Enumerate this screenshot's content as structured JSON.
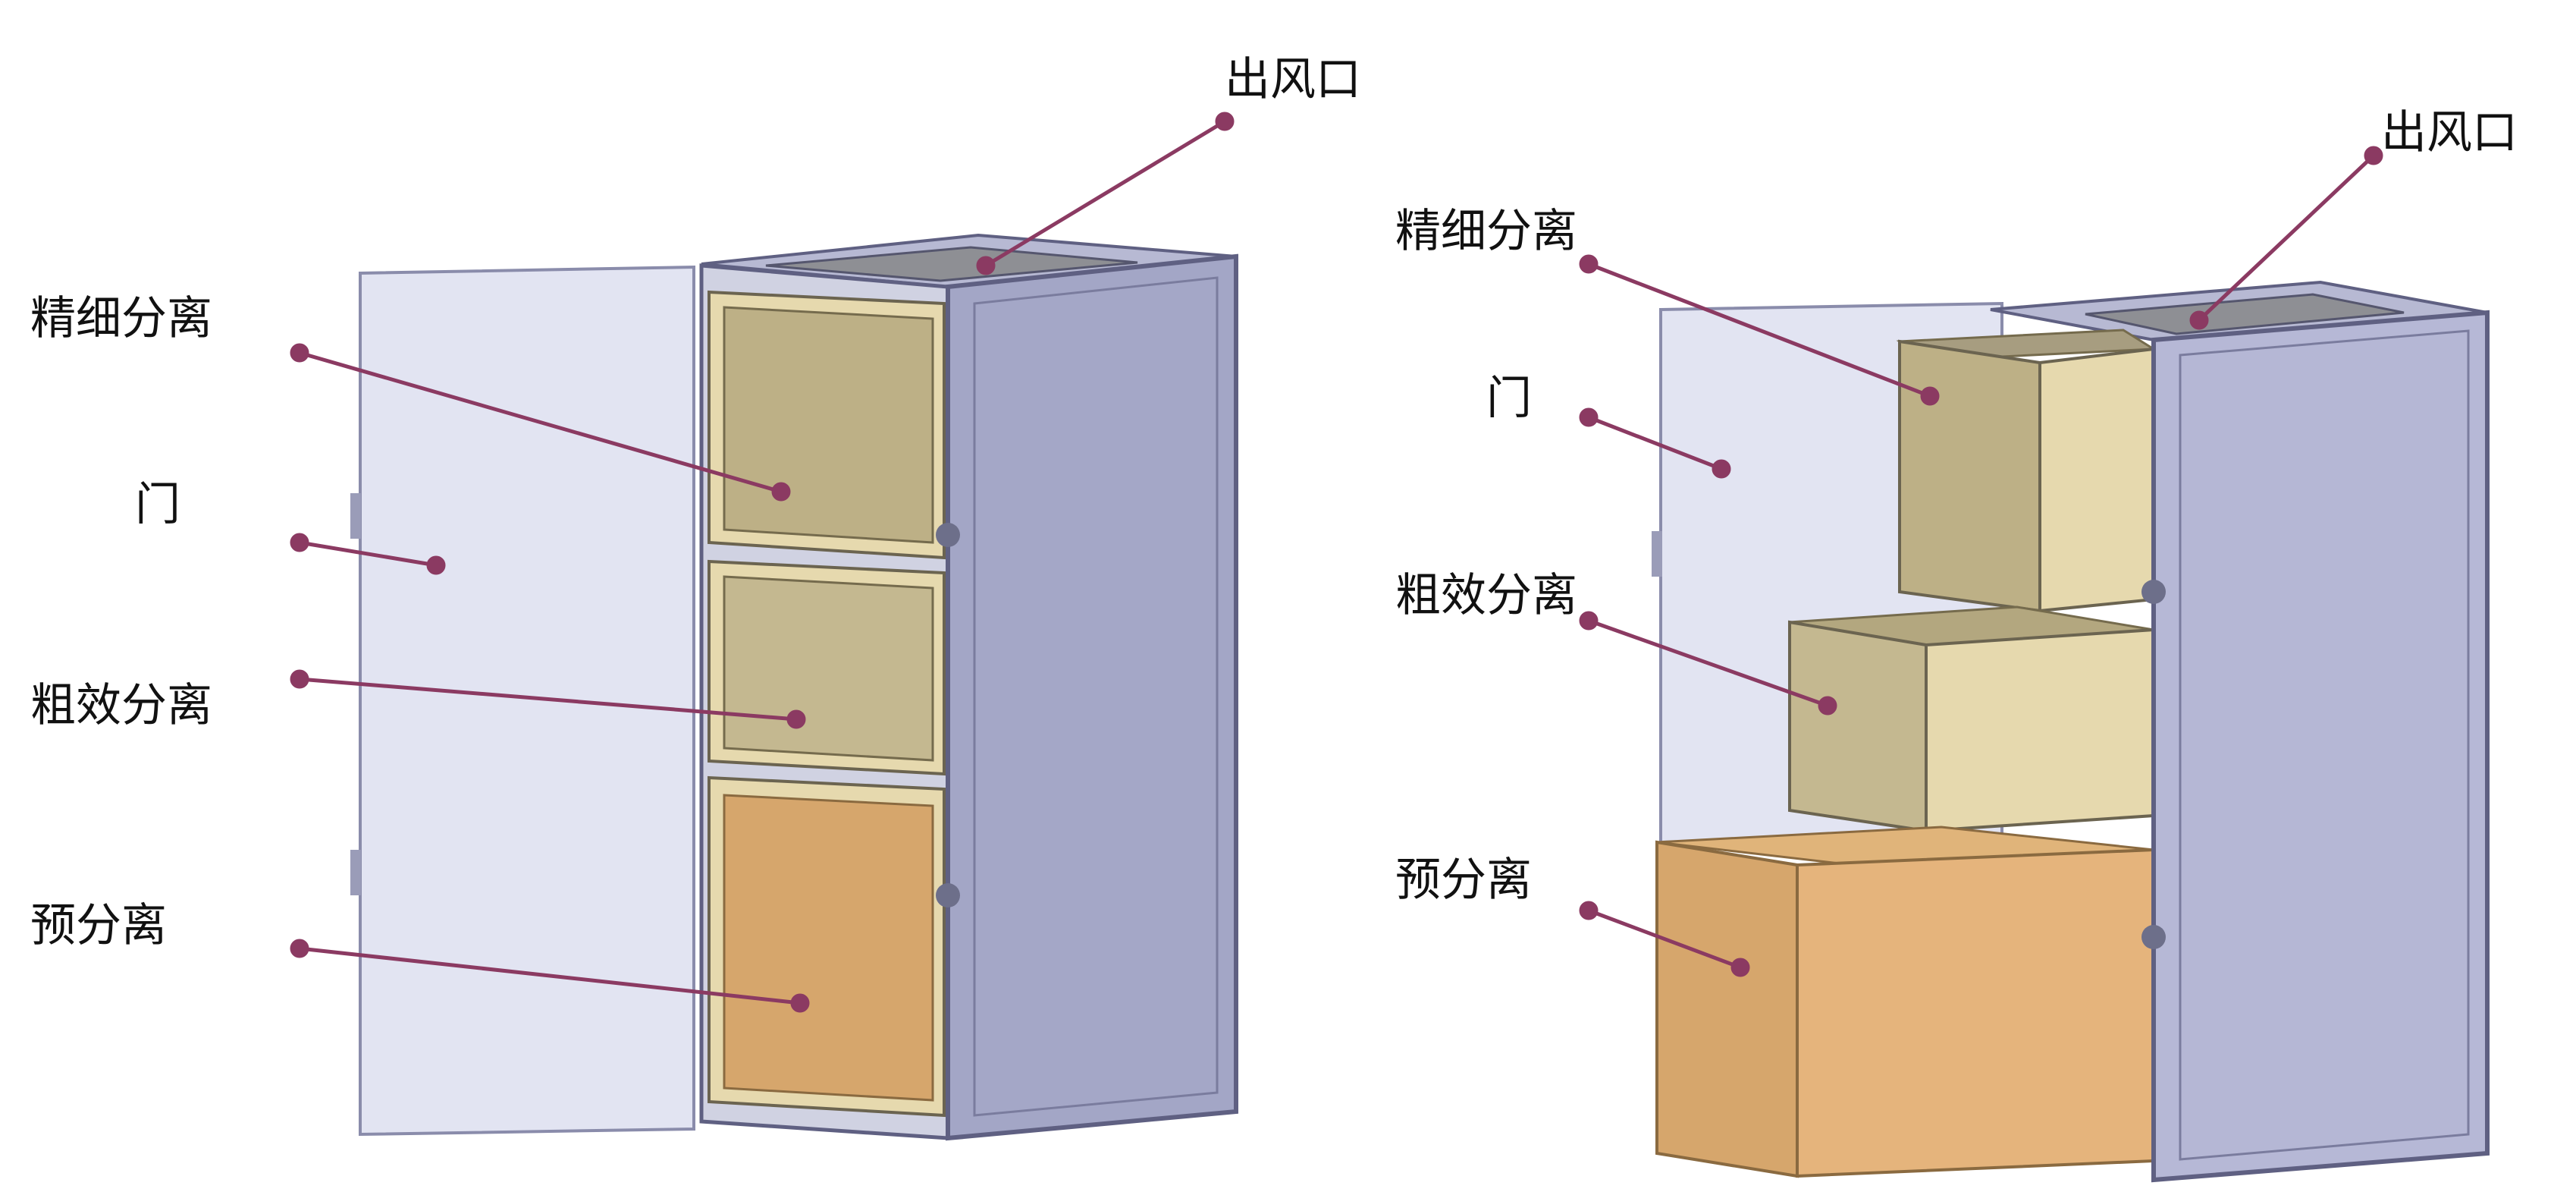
{
  "colors": {
    "leader": "#8b3a62",
    "cabinet_side": "#a3a6c6",
    "cabinet_front": "#b6b8d6",
    "cabinet_edge": "#5f6082",
    "door": "#e2e4f2",
    "tray_fine": "#bdb086",
    "tray_coarse": "#c4b890",
    "tray_pre": "#d6a66c",
    "tray_frame": "#e6d9ae"
  },
  "left_view": {
    "labels": {
      "outlet": "出风口",
      "fine": "精细分离",
      "door": "门",
      "coarse": "粗效分离",
      "pre": "预分离"
    }
  },
  "right_view": {
    "labels": {
      "outlet": "出风口",
      "fine": "精细分离",
      "door": "门",
      "coarse": "粗效分离",
      "pre": "预分离"
    }
  }
}
